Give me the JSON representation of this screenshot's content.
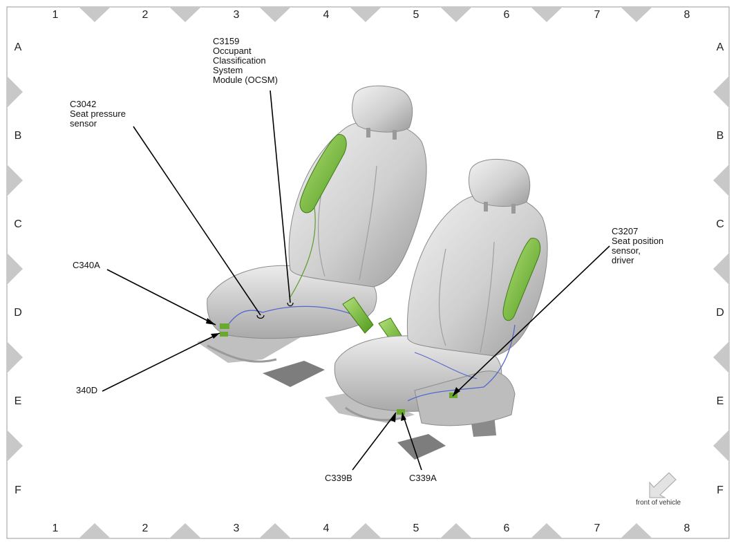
{
  "grid": {
    "columns": [
      "1",
      "2",
      "3",
      "4",
      "5",
      "6",
      "7",
      "8"
    ],
    "rows": [
      "A",
      "B",
      "C",
      "D",
      "E",
      "F"
    ]
  },
  "callouts": {
    "c3159": [
      "C3159",
      "Occupant",
      "Classification",
      "System",
      "Module (OCSM)"
    ],
    "c3042": [
      "C3042",
      "Seat pressure",
      "sensor"
    ],
    "c340a": "C340A",
    "c340d": "340D",
    "c3207": [
      "C3207",
      "Seat position",
      "sensor,",
      "driver"
    ],
    "c339b": "C339B",
    "c339a": "C339A"
  },
  "front_note": "front of vehicle",
  "colors": {
    "frame": "#9a9a9a",
    "marker": "#c8c8c8",
    "seat_fill": "#d9d9d9",
    "seat_shade": "#a8a8a8",
    "airbag_green": "#7ac143",
    "harness_blue": "#5566cc"
  },
  "icons": {
    "front_arrow": "arrow-down-left-icon"
  }
}
